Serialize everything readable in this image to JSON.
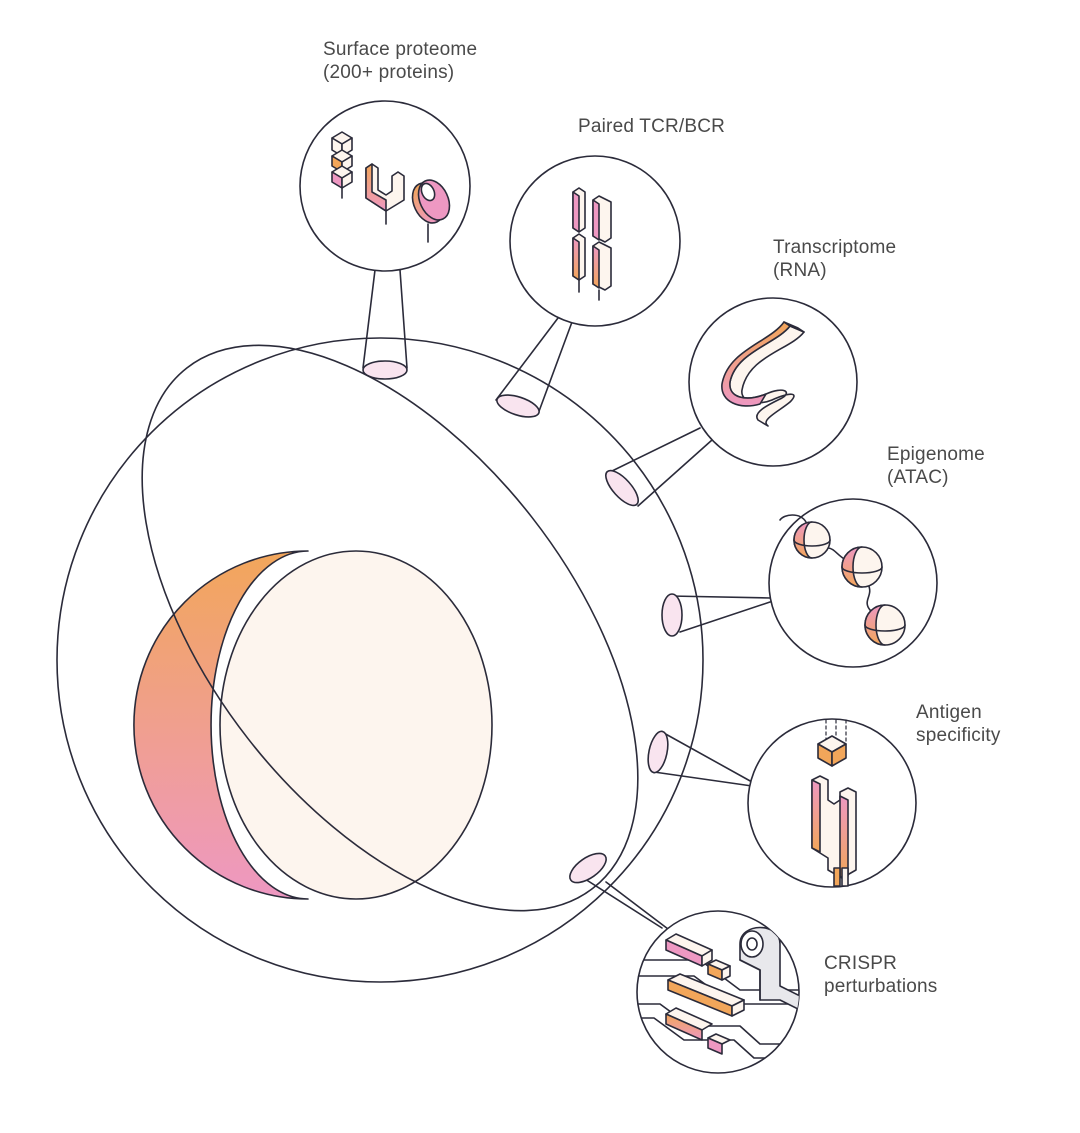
{
  "labels": {
    "surface": {
      "line1": "Surface proteome",
      "line2": "(200+ proteins)"
    },
    "tcr": {
      "line1": "Paired TCR/BCR"
    },
    "transcriptome": {
      "line1": "Transcriptome",
      "line2": "(RNA)"
    },
    "epigenome": {
      "line1": "Epigenome",
      "line2": "(ATAC)"
    },
    "antigen": {
      "line1": "Antigen",
      "line2": "specificity"
    },
    "crispr": {
      "line1": "CRISPR",
      "line2": "perturbations"
    }
  },
  "colors": {
    "stroke": "#2b2b3a",
    "orange": "#f2a65a",
    "pink": "#ee98c2",
    "cream": "#fdf5ee",
    "blush": "#f9e4ef"
  }
}
